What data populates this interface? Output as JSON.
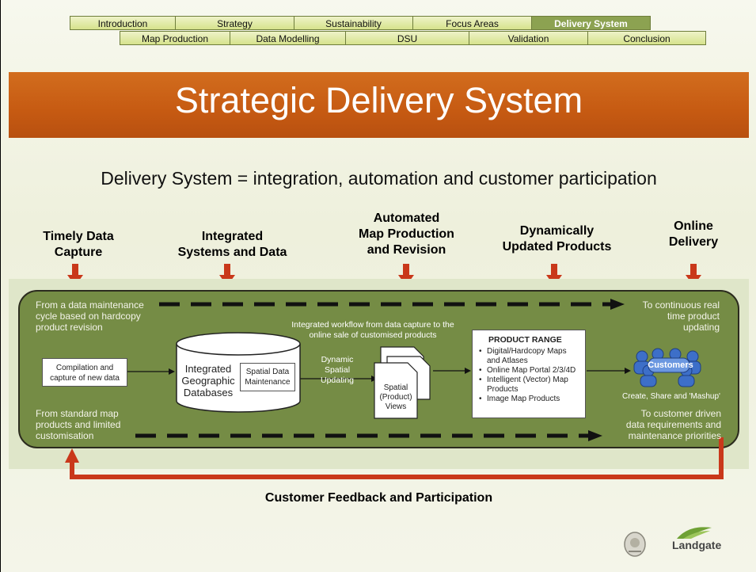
{
  "nav": {
    "row1": [
      {
        "label": "Introduction",
        "active": false
      },
      {
        "label": "Strategy",
        "active": false
      },
      {
        "label": "Sustainability",
        "active": false
      },
      {
        "label": "Focus Areas",
        "active": false
      },
      {
        "label": "Delivery System",
        "active": true
      }
    ],
    "row2": [
      {
        "label": "Map Production"
      },
      {
        "label": "Data Modelling"
      },
      {
        "label": "DSU"
      },
      {
        "label": "Validation"
      },
      {
        "label": "Conclusion"
      }
    ]
  },
  "title": "Strategic Delivery System",
  "subtitle": "Delivery System = integration, automation and customer participation",
  "stages": [
    {
      "line1": "Timely Data",
      "line2": "Capture",
      "line3": ""
    },
    {
      "line1": "Integrated",
      "line2": "Systems and Data",
      "line3": ""
    },
    {
      "line1": "Automated",
      "line2": "Map Production",
      "line3": "and Revision"
    },
    {
      "line1": "Dynamically",
      "line2": "Updated Products",
      "line3": ""
    },
    {
      "line1": "Online",
      "line2": "Delivery",
      "line3": ""
    }
  ],
  "diagram": {
    "top_left": [
      "From a data maintenance",
      "cycle based on hardcopy",
      "product revision"
    ],
    "top_right": [
      "To continuous real",
      "time product updating"
    ],
    "bottom_left": [
      "From standard map",
      "products and limited",
      "customisation"
    ],
    "bottom_right": [
      "To customer driven",
      "data requirements and",
      "maintenance priorities"
    ],
    "workflow_caption": [
      "Integrated workflow from data capture to the",
      "online sale of customised products"
    ],
    "compilation": [
      "Compilation and",
      "capture of new data"
    ],
    "database": [
      "Integrated",
      "Geographic",
      "Databases"
    ],
    "maintenance": [
      "Spatial Data",
      "Maintenance"
    ],
    "dynamic": [
      "Dynamic",
      "Spatial",
      "Updating"
    ],
    "views": [
      "Spatial",
      "(Product)",
      "Views"
    ],
    "product_range_title": "PRODUCT RANGE",
    "product_range": [
      "Digital/Hardcopy Maps and Atlases",
      "Online Map Portal 2/3/4D",
      "Intelligent (Vector) Map Products",
      "Image Map Products"
    ],
    "customers": "Customers",
    "customers_caption": "Create, Share and 'Mashup'"
  },
  "feedback": "Customer Feedback and Participation",
  "logo": "Landgate",
  "colors": {
    "accent_orange": "#c65a12",
    "arrow_red": "#c9381a",
    "panel_green": "#758c45",
    "active_tab": "#8ca251"
  }
}
